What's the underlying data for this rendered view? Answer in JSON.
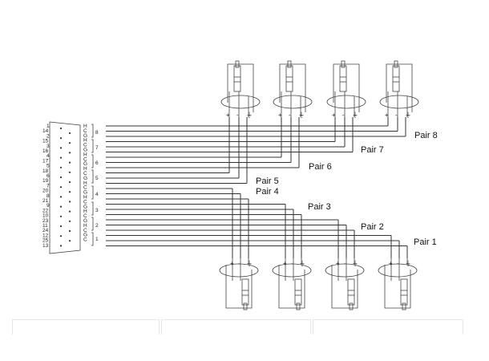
{
  "pair_labels": [
    "Pair 1",
    "Pair 2",
    "Pair 3",
    "Pair 4",
    "Pair 5",
    "Pair 6",
    "Pair 7",
    "Pair 8"
  ],
  "channel_numbers": [
    "8",
    "7",
    "6",
    "5",
    "4",
    "3",
    "2",
    "1"
  ],
  "db25_pin_labels": [
    "1",
    "14",
    "2",
    "15",
    "3",
    "16",
    "4",
    "17",
    "5",
    "18",
    "6",
    "19",
    "7",
    "20",
    "8",
    "21",
    "9",
    "22",
    "10",
    "23",
    "11",
    "24",
    "12",
    "25",
    "13"
  ],
  "signal_letters": [
    "H",
    "C",
    "G",
    "H",
    "C",
    "G",
    "H",
    "C",
    "G",
    "H",
    "C",
    "G",
    "H",
    "C",
    "G",
    "H",
    "C",
    "G",
    "H",
    "C",
    "G",
    "H",
    "C",
    "G",
    "C"
  ],
  "jack_terminals": [
    "+",
    "-",
    "⏚"
  ]
}
